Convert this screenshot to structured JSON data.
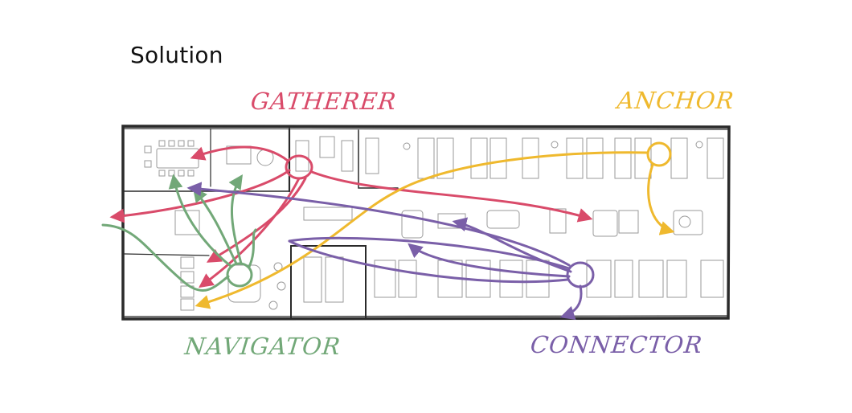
{
  "slide": {
    "title": "Solution"
  },
  "personas": {
    "gatherer": {
      "label": "GATHERER",
      "color": "#d94b6a"
    },
    "anchor": {
      "label": "ANCHOR",
      "color": "#efb92e"
    },
    "navigator": {
      "label": "NAVIGATOR",
      "color": "#72a878"
    },
    "connector": {
      "label": "CONNECTOR",
      "color": "#7a5fa8"
    }
  },
  "floorplan": {
    "line_color": "#2a2a2a",
    "furniture_color": "#9a9a9a"
  }
}
